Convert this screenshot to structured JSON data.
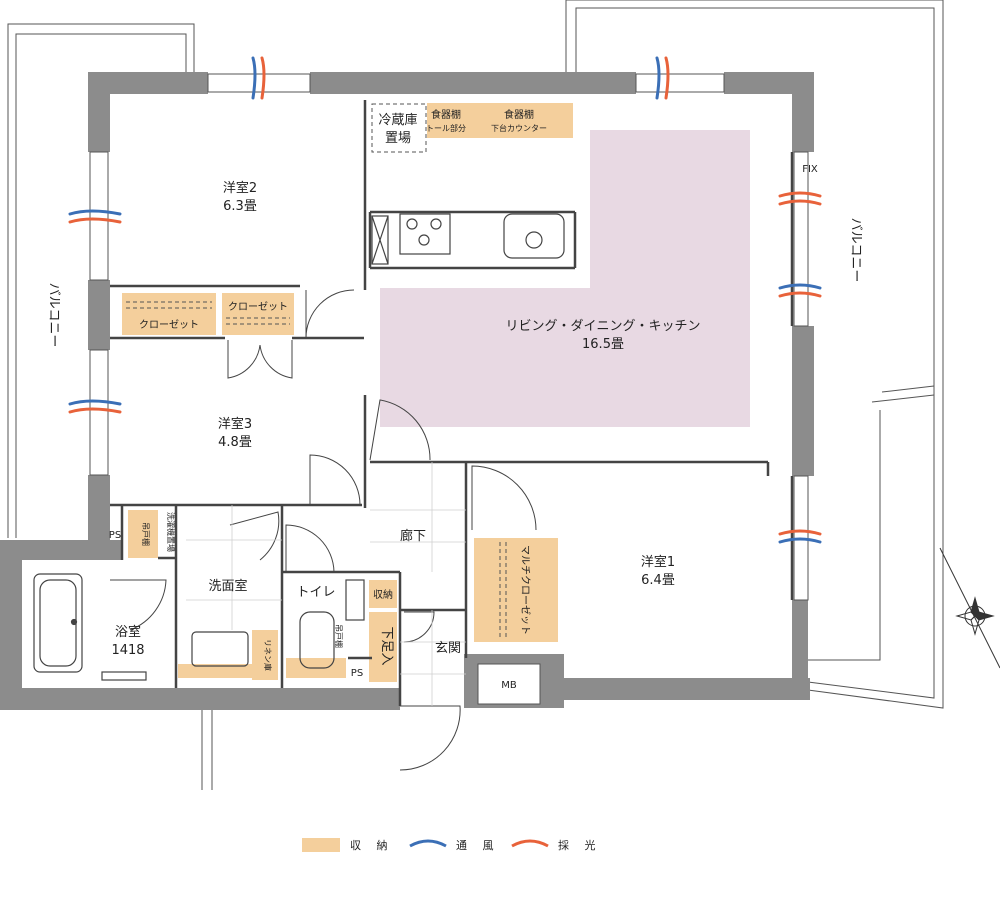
{
  "rooms": {
    "western2": {
      "name": "洋室2",
      "size": "6.3畳"
    },
    "western3": {
      "name": "洋室3",
      "size": "4.8畳"
    },
    "western1": {
      "name": "洋室1",
      "size": "6.4畳"
    },
    "ldk": {
      "name": "リビング・ダイニング・キッチン",
      "size": "16.5畳"
    },
    "bath": {
      "name": "浴室",
      "size": "1418"
    },
    "washroom": {
      "name": "洗面室"
    },
    "toilet": {
      "name": "トイレ"
    },
    "hallway": {
      "name": "廊下"
    },
    "entrance": {
      "name": "玄関"
    }
  },
  "labels": {
    "fridge_line1": "冷蔵庫",
    "fridge_line2": "置場",
    "cupboard_tall_line1": "食器棚",
    "cupboard_tall_line2": "トール部分",
    "cupboard_low_line1": "食器棚",
    "cupboard_low_line2": "下台カウンター",
    "closet_left": "クローゼット",
    "closet_right": "クローゼット",
    "balcony_left": "バルコニー",
    "balcony_right": "バルコニー",
    "fix": "FIX",
    "ps_left": "PS",
    "ps_bottom": "PS",
    "hanging_shelf": "吊戸棚",
    "washer_space": "洗濯機置場",
    "linen": "リネン庫",
    "toilet_hanging": "吊戸棚",
    "storage": "収納",
    "shoe_box": "下足入",
    "multi_closet": "マルチクローゼット",
    "mb": "MB"
  },
  "legend": {
    "storage": "収 納",
    "ventilation": "通 風",
    "daylight": "採 光"
  },
  "colors": {
    "wall": "#8c8c8c",
    "storage": "#f4cf9c",
    "ldk_floor": "#e8d9e3",
    "ventilation": "#3b6fb6",
    "daylight": "#e8623a"
  }
}
